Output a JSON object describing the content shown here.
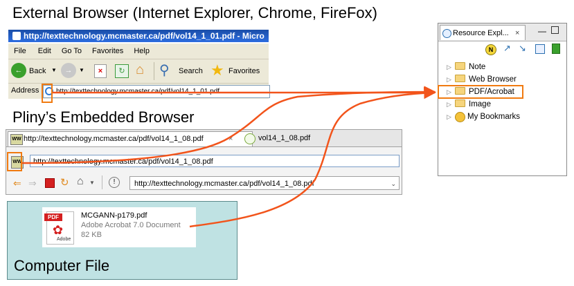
{
  "headings": {
    "external": "External Browser (Internet Explorer, Chrome, FireFox)",
    "embedded": "Pliny’s Embedded Browser",
    "computer_file": "Computer File"
  },
  "external_browser": {
    "title_bar": "http://texttechnology.mcmaster.ca/pdf/vol14_1_01.pdf - Micro",
    "menu": [
      "File",
      "Edit",
      "Go To",
      "Favorites",
      "Help"
    ],
    "toolbar": {
      "back": "Back",
      "search": "Search",
      "favorites": "Favorites"
    },
    "address_label": "Address",
    "address_value": "http://texttechnology.mcmaster.ca/pdf/vol14_1_01.pdf"
  },
  "embedded_browser": {
    "tab_active": "http://texttechnology.mcmaster.ca/pdf/vol14_1_08.pdf",
    "tab_other": "vol14_1_08.pdf",
    "url_field": "http://texttechnology.mcmaster.ca/pdf/vol14_1_08.pdf",
    "nav_url": "http://texttechnology.mcmaster.ca/pdf/vol14_1_08.pdf"
  },
  "computer_file": {
    "icon_text": "PDF",
    "icon_sub": "Adobe",
    "name": "MCGANN-p179.pdf",
    "type": "Adobe Acrobat 7.0 Document",
    "size": "82 KB"
  },
  "resource_explorer": {
    "tab_label": "Resource Expl...",
    "items": [
      {
        "label": "Note"
      },
      {
        "label": "Web Browser"
      },
      {
        "label": "PDF/Acrobat"
      },
      {
        "label": "Image"
      },
      {
        "label": "My Bookmarks"
      }
    ]
  },
  "colors": {
    "highlight": "#f07a10",
    "connector": "#f2541b",
    "file_panel_bg": "#bfe2e3"
  }
}
